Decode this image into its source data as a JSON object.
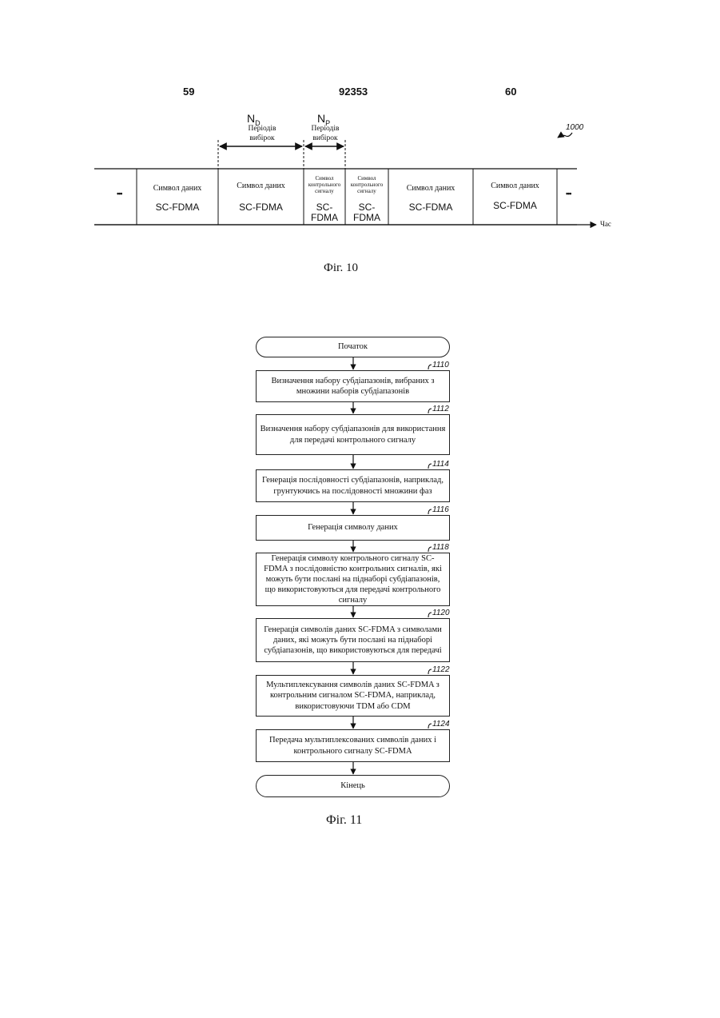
{
  "header": {
    "left_page": "59",
    "patent_number": "92353",
    "right_page": "60"
  },
  "fig10": {
    "ref": "1000",
    "nd": {
      "main": "N",
      "sub": "D",
      "text": "Періодів вибірок"
    },
    "np": {
      "main": "N",
      "sub": "P",
      "text": "Періодів вибірок"
    },
    "ellipsis": "•••",
    "cells": [
      {
        "label": "Символ даних",
        "sc": "SC-FDMA"
      },
      {
        "label": "Символ даних",
        "sc": "SC-FDMA"
      },
      {
        "label": "Символ контрольного сигналу",
        "sc": "SC-FDMA"
      },
      {
        "label": "Символ контрольного сигналу",
        "sc": "SC-FDMA"
      },
      {
        "label": "Символ даних",
        "sc": "SC-FDMA"
      },
      {
        "label": "Символ даних",
        "sc": "SC-FDMA"
      }
    ],
    "time_label": "Час",
    "caption": "Фіг. 10"
  },
  "fig11": {
    "start": "Початок",
    "steps": [
      {
        "ref": "1110",
        "text": "Визначення набору субдіапазонів, вибраних з множини наборів субдіапазонів"
      },
      {
        "ref": "1112",
        "text": "Визначення набору субдіапазонів для використання для передачі контрольного сигналу"
      },
      {
        "ref": "1114",
        "text": "Генерація послідовності субдіапазонів, наприклад, грунтуючись на послідовності множини фаз"
      },
      {
        "ref": "1116",
        "text": "Генерація символу даних"
      },
      {
        "ref": "1118",
        "text": "Генерація символу контрольного сигналу SC-FDMA з послідовністю контрольних сигналів, які можуть бути послані на піднаборі субдіапазонів, що використовуються для передачі контрольного сигналу"
      },
      {
        "ref": "1120",
        "text": "Генерація символів даних SC-FDMA з символами даних, які можуть бути послані на піднаборі субдіапазонів, що використовуються для передачі"
      },
      {
        "ref": "1122",
        "text": "Мультиплексування символів даних SC-FDMA з контрольним сигналом SC-FDMA, наприклад, використовуючи TDM або CDM"
      },
      {
        "ref": "1124",
        "text": "Передача мультиплексованих символів даних і контрольного сигналу SC-FDMA"
      }
    ],
    "end": "Кінець",
    "caption": "Фіг. 11"
  }
}
